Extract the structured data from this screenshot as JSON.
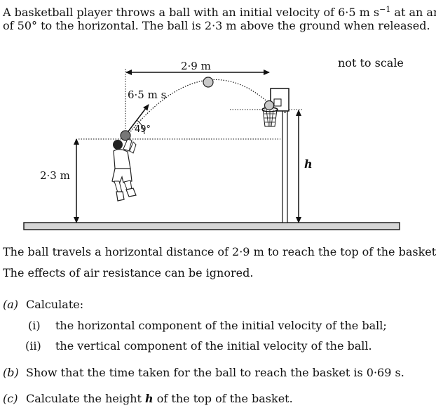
{
  "intro": {
    "line1_a": "A basketball player throws a ball with an initial velocity of 6·5 m s",
    "line1_sup": "−1",
    "line1_b": " at an angle",
    "line2": "of 50° to the horizontal.  The ball is 2·3 m above the ground when released."
  },
  "diagram": {
    "distance_label": "2·9 m",
    "speed_label": "6·5 m s",
    "angle_annotation": "49°",
    "height_label": "2·3 m",
    "h_label": "h",
    "note": "not to scale"
  },
  "body": {
    "line1": "The ball travels a horizontal distance of 2·9 m to reach the top of the basket.",
    "line2": "The effects of air resistance can be ignored."
  },
  "questions": {
    "a_letter": "(a)",
    "a_text": "Calculate:",
    "a_i_num": "(i)",
    "a_i_text": "the horizontal component of the initial velocity of the ball;",
    "a_ii_num": "(ii)",
    "a_ii_text": "the vertical component of the initial velocity of the ball.",
    "b_letter": "(b)",
    "b_text": "Show that the time taken for the ball to reach the basket is 0·69 s.",
    "c_letter": "(c)",
    "c_text_a": "Calculate the height ",
    "c_h": "h",
    "c_text_b": " of the top of the basket."
  }
}
